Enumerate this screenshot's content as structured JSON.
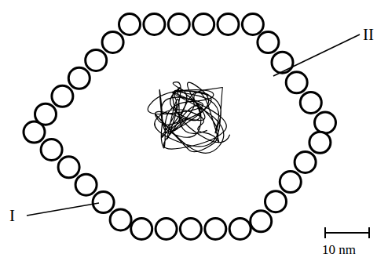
{
  "diagram": {
    "labels": [
      "I",
      "II",
      "10 nm"
    ]
  }
}
